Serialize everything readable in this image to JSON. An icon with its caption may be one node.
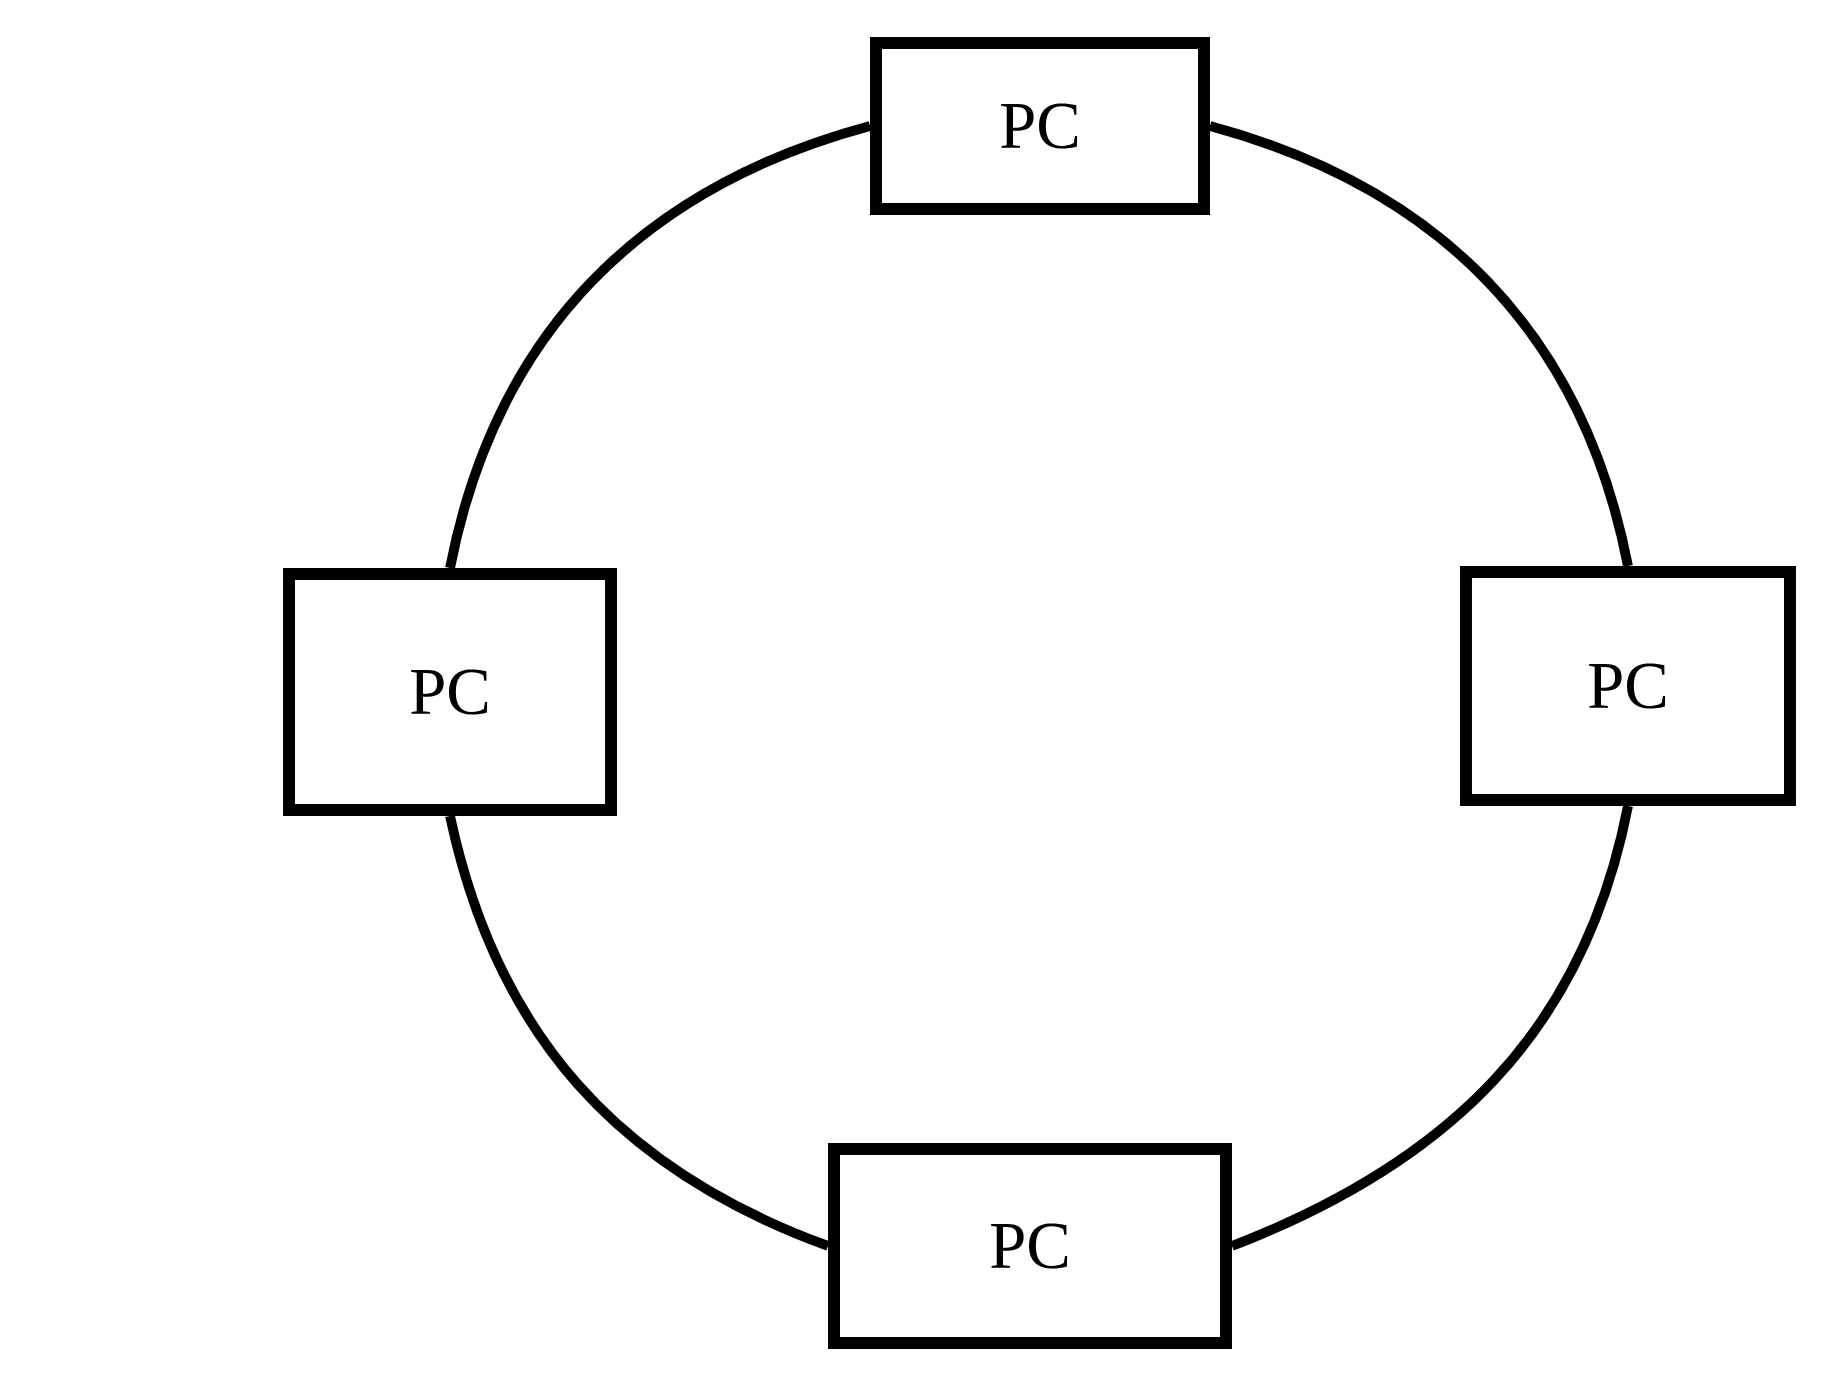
{
  "diagram": {
    "nodes": [
      {
        "text": [
          "PC"
        ]
      },
      {
        "text": [
          "PC"
        ]
      },
      {
        "text": [
          "PC"
        ]
      },
      {
        "text": [
          "PC"
        ]
      }
    ],
    "edges": [
      {
        "from": 0,
        "to": 1,
        "arrow": "none"
      },
      {
        "from": 0,
        "to": 2,
        "arrow": "none"
      },
      {
        "from": 1,
        "to": 3,
        "arrow": "none"
      },
      {
        "from": 2,
        "to": 3,
        "arrow": "none"
      }
    ]
  }
}
